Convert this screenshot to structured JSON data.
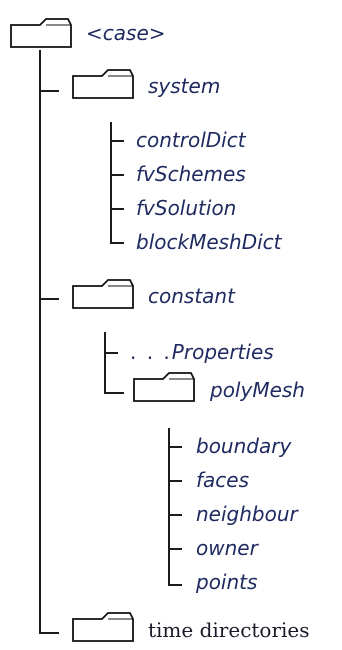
{
  "tree": {
    "root": {
      "label_open": "<",
      "label": "case",
      "label_close": ">"
    },
    "system": {
      "label": "system",
      "files": [
        "controlDict",
        "fvSchemes",
        "fvSolution",
        "blockMeshDict"
      ]
    },
    "constant": {
      "label": "constant",
      "properties": {
        "prefix": ". . .",
        "label": "Properties"
      },
      "polyMesh": {
        "label": "polyMesh",
        "files": [
          "boundary",
          "faces",
          "neighbour",
          "owner",
          "points"
        ]
      }
    },
    "time": {
      "label": "time directories"
    }
  }
}
